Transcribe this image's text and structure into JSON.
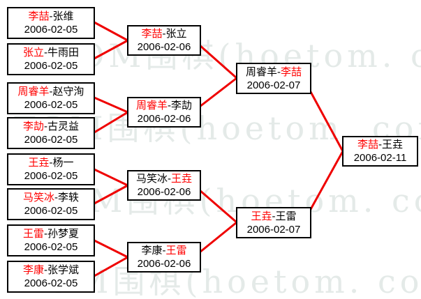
{
  "title": "Go tournament knockout bracket",
  "separator": "-",
  "colors": {
    "line": "#ef0000",
    "winner_text": "#ff0000",
    "normal_text": "#000000",
    "box_border": "#000000",
    "watermark": "#e4eae8"
  },
  "watermark": {
    "text": "TOM围棋(hoetom. com"
  },
  "rounds": {
    "round1": [
      {
        "p1": "李喆",
        "p2": "张维",
        "red": "p1",
        "date": "2006-02-05"
      },
      {
        "p1": "张立",
        "p2": "牛雨田",
        "red": "p1",
        "date": "2006-02-05"
      },
      {
        "p1": "周睿羊",
        "p2": "赵守洵",
        "red": "p1",
        "date": "2006-02-05"
      },
      {
        "p1": "李劼",
        "p2": "古灵益",
        "red": "p1",
        "date": "2006-02-05"
      },
      {
        "p1": "王垚",
        "p2": "杨一",
        "red": "p1",
        "date": "2006-02-05"
      },
      {
        "p1": "马笑冰",
        "p2": "李轶",
        "red": "p1",
        "date": "2006-02-05"
      },
      {
        "p1": "王雷",
        "p2": "孙梦夏",
        "red": "p1",
        "date": "2006-02-05"
      },
      {
        "p1": "李康",
        "p2": "张学斌",
        "red": "p1",
        "date": "2006-02-05"
      }
    ],
    "round2": [
      {
        "p1": "李喆",
        "p2": "张立",
        "red": "p1",
        "date": "2006-02-06"
      },
      {
        "p1": "周睿羊",
        "p2": "李劼",
        "red": "p1",
        "date": "2006-02-06"
      },
      {
        "p1": "马笑冰",
        "p2": "王垚",
        "red": "p2",
        "date": "2006-02-06"
      },
      {
        "p1": "李康",
        "p2": "王雷",
        "red": "p2",
        "date": "2006-02-06"
      }
    ],
    "round3": [
      {
        "p1": "周睿羊",
        "p2": "李喆",
        "red": "p2",
        "date": "2006-02-07"
      },
      {
        "p1": "王垚",
        "p2": "王雷",
        "red": "p1",
        "date": "2006-02-07"
      }
    ],
    "final": [
      {
        "p1": "李喆",
        "p2": "王垚",
        "red": "p1",
        "date": "2006-02-11"
      }
    ]
  }
}
